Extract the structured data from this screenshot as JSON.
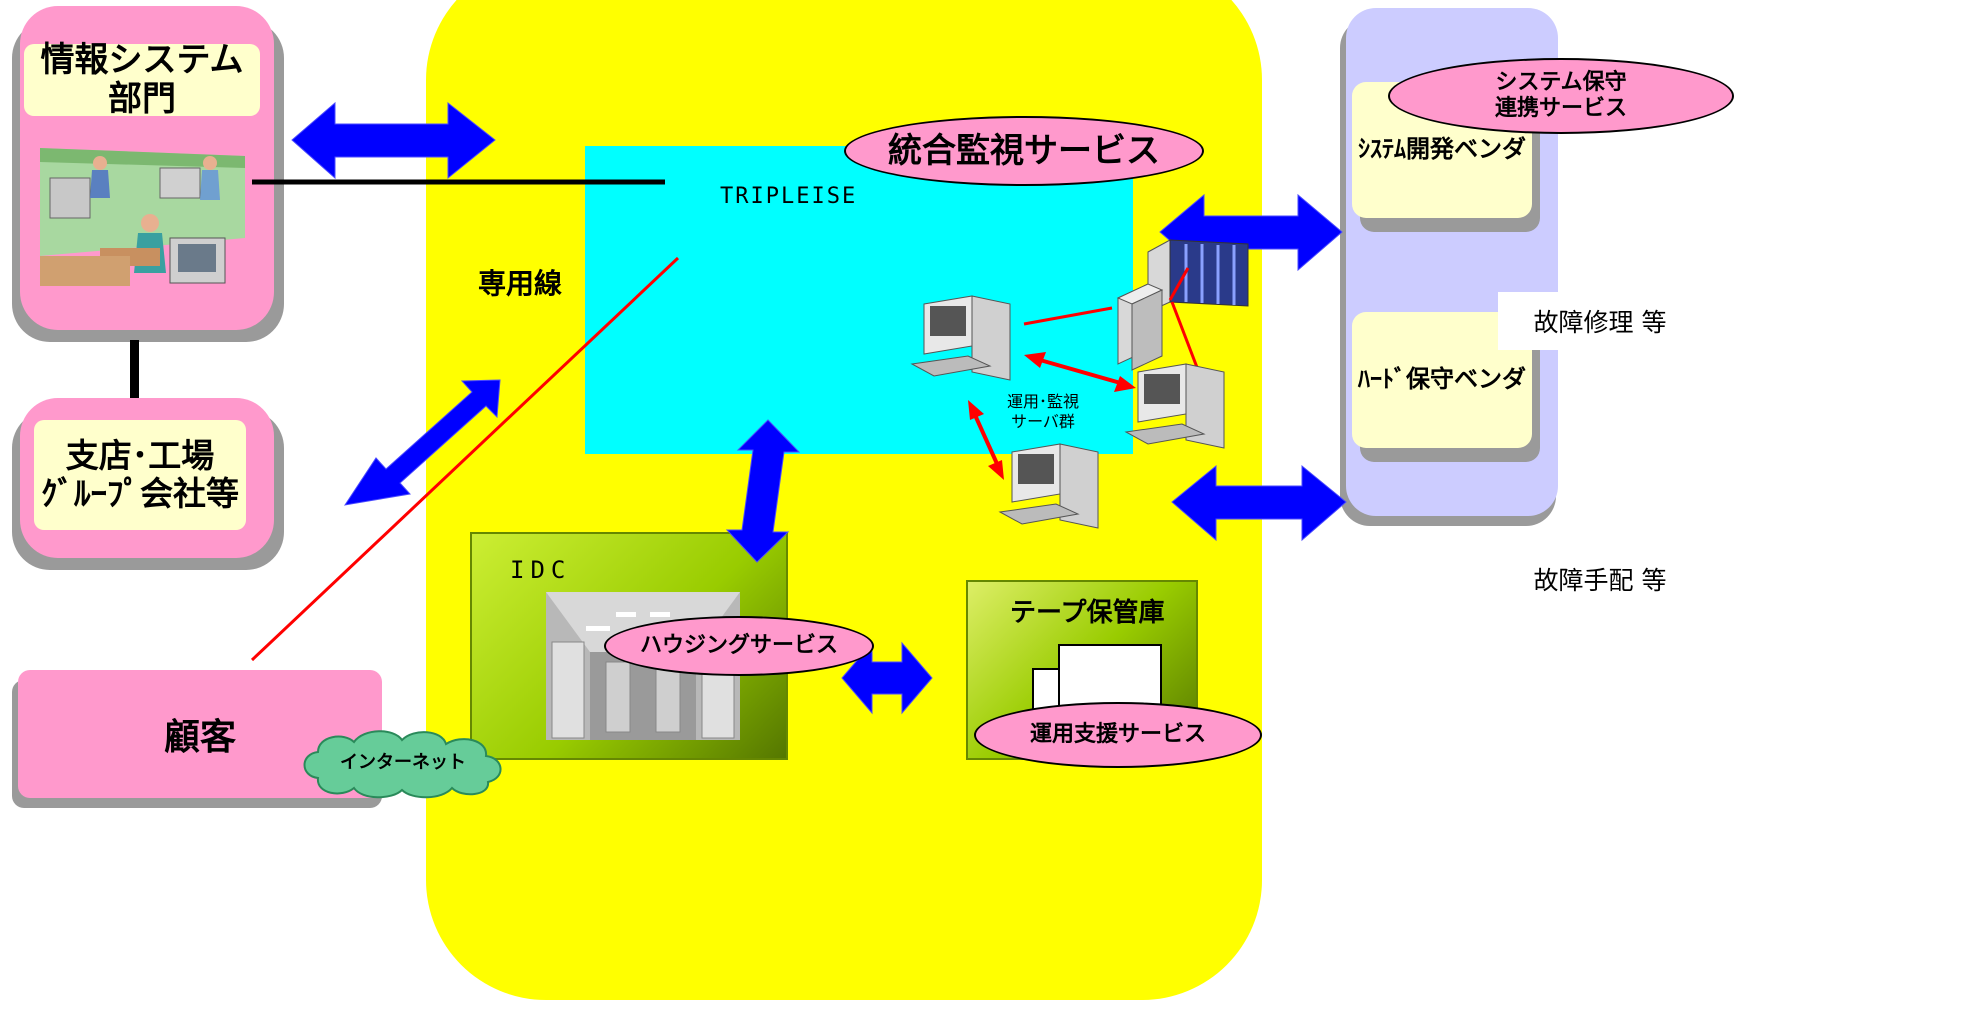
{
  "left": {
    "info_dept": "情報システム部門",
    "branch_line1": "支店･工場",
    "branch_line2": "ｸﾞﾙｰﾌﾟ会社等",
    "customer": "顧客",
    "leased_line": "専用線",
    "internet": "インターネット"
  },
  "center": {
    "integrated_monitoring": "統合監視サービス",
    "tripleise": "TRIPLEISE",
    "server_group_line1": "運用･監視",
    "server_group_line2": "サーバ群",
    "housing": "ハウジングサービス",
    "idc": "IDC",
    "ops_support": "運用支援サービス",
    "tape_storage": "テープ保管庫"
  },
  "right": {
    "maintenance_line1": "システム保守",
    "maintenance_line2": "連携サービス",
    "dev_vendor": "ｼｽﾃﾑ開発ベンダ",
    "hw_vendor": "ﾊｰﾄﾞ保守ベンダ",
    "repair": "故障修理 等",
    "arrangement": "故障手配 等"
  },
  "colors": {
    "yellow": "#ffff00",
    "cyan": "#00ffff",
    "pink": "#ff99cc",
    "lavender": "#ccccff",
    "arrow_blue": "#0000ff",
    "link_red": "#ff0000",
    "idc_green": "#99cc00"
  }
}
